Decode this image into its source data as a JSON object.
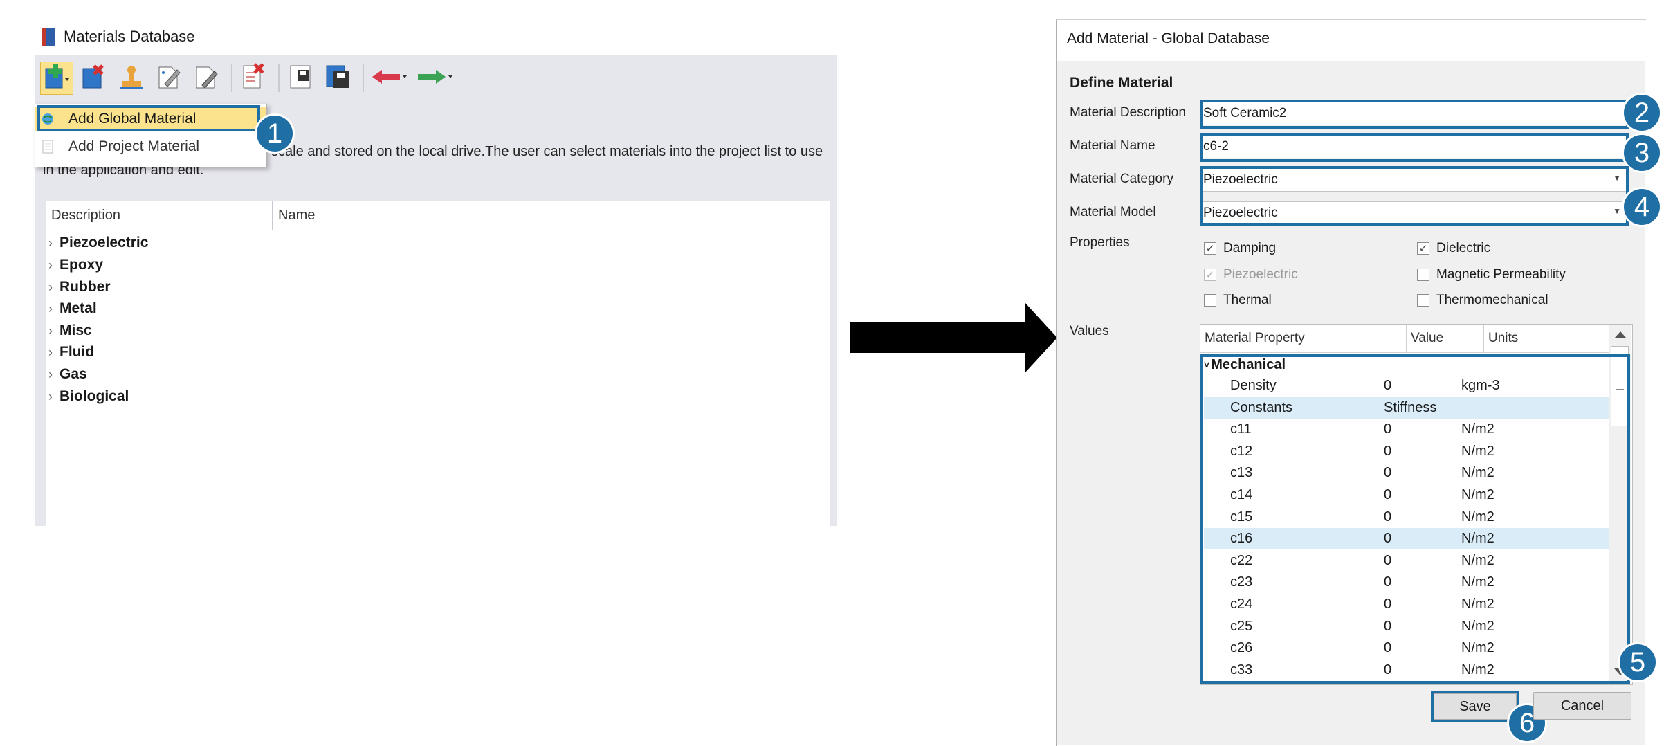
{
  "left_window": {
    "title": "Materials Database",
    "toolbar_icons": [
      "add-material-icon",
      "delete-material-icon",
      "stamp-icon",
      "edit-notes-icon",
      "edit-icon",
      "remove-list-icon",
      "save-icon",
      "save-as-icon",
      "back-arrow-icon",
      "forward-arrow-icon"
    ],
    "dropdown": {
      "global": "Add Global Material",
      "project": "Add Project Material"
    },
    "info_text_line1": "scale and stored on the local drive.The user can select materials into the project list to use",
    "info_text_line2": "in the application and edit.",
    "table": {
      "col_description": "Description",
      "col_name": "Name",
      "rows": [
        "Piezoelectric",
        "Epoxy",
        "Rubber",
        "Metal",
        "Misc",
        "Fluid",
        "Gas",
        "Biological"
      ]
    }
  },
  "dialog": {
    "title": "Add Material - Global Database",
    "define_header": "Define Material",
    "labels": {
      "description": "Material Description",
      "name": "Material Name",
      "category": "Material Category",
      "model": "Material Model",
      "properties": "Properties",
      "values": "Values"
    },
    "fields": {
      "description": "Soft Ceramic2",
      "name": "c6-2",
      "category": "Piezoelectric",
      "model": "Piezoelectric"
    },
    "properties": {
      "damping": "Damping",
      "dielectric": "Dielectric",
      "piezoelectric": "Piezoelectric",
      "magnetic": "Magnetic Permeability",
      "thermal": "Thermal",
      "thermomechanical": "Thermomechanical"
    },
    "values_table": {
      "col_property": "Material Property",
      "col_value": "Value",
      "col_units": "Units",
      "group": "Mechanical",
      "rows": [
        {
          "name": "Density",
          "value": "0",
          "units": "kgm-3"
        },
        {
          "name": "Constants",
          "value": "Stiffness",
          "units": ""
        },
        {
          "name": "c11",
          "value": "0",
          "units": "N/m2"
        },
        {
          "name": "c12",
          "value": "0",
          "units": "N/m2"
        },
        {
          "name": "c13",
          "value": "0",
          "units": "N/m2"
        },
        {
          "name": "c14",
          "value": "0",
          "units": "N/m2"
        },
        {
          "name": "c15",
          "value": "0",
          "units": "N/m2"
        },
        {
          "name": "c16",
          "value": "0",
          "units": "N/m2"
        },
        {
          "name": "c22",
          "value": "0",
          "units": "N/m2"
        },
        {
          "name": "c23",
          "value": "0",
          "units": "N/m2"
        },
        {
          "name": "c24",
          "value": "0",
          "units": "N/m2"
        },
        {
          "name": "c25",
          "value": "0",
          "units": "N/m2"
        },
        {
          "name": "c26",
          "value": "0",
          "units": "N/m2"
        },
        {
          "name": "c33",
          "value": "0",
          "units": "N/m2"
        }
      ]
    },
    "buttons": {
      "save": "Save",
      "cancel": "Cancel"
    }
  },
  "callouts": [
    "1",
    "2",
    "3",
    "4",
    "5",
    "6"
  ],
  "colors": {
    "highlight": "#1f6fa5",
    "menu_hover": "#fbe38e",
    "window_bg": "#e6e6ed",
    "dialog_bg": "#f0f0f0",
    "selected_row": "#d9ecf8"
  }
}
